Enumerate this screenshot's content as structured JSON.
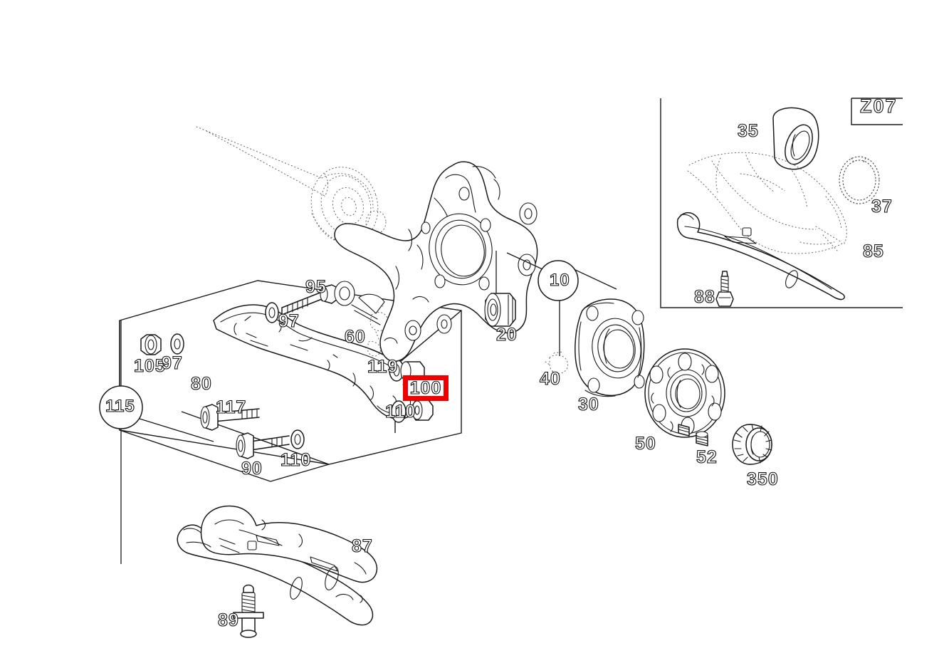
{
  "diagram": {
    "title": "Rear axle suspension exploded parts diagram",
    "highlight_color": "#ee0000",
    "line_color": "#1a1a1a",
    "background": "#ffffff"
  },
  "inset": {
    "code": "Z07",
    "labels": [
      {
        "id": "35",
        "text": "35"
      },
      {
        "id": "37",
        "text": "37"
      },
      {
        "id": "85",
        "text": "85"
      },
      {
        "id": "88",
        "text": "88"
      }
    ]
  },
  "callouts": [
    {
      "id": "115",
      "text": "115",
      "shape": "circle"
    },
    {
      "id": "10",
      "text": "10",
      "shape": "circle"
    }
  ],
  "highlighted": {
    "id": "100",
    "text": "100",
    "selected": true
  },
  "part_labels": [
    {
      "id": "95",
      "text": "95"
    },
    {
      "id": "97a",
      "text": "97"
    },
    {
      "id": "105",
      "text": "105"
    },
    {
      "id": "97b",
      "text": "97"
    },
    {
      "id": "80",
      "text": "80"
    },
    {
      "id": "117",
      "text": "117"
    },
    {
      "id": "90",
      "text": "90"
    },
    {
      "id": "110a",
      "text": "110"
    },
    {
      "id": "110b",
      "text": "110"
    },
    {
      "id": "60",
      "text": "60"
    },
    {
      "id": "119",
      "text": "119"
    },
    {
      "id": "20",
      "text": "20"
    },
    {
      "id": "40",
      "text": "40"
    },
    {
      "id": "30",
      "text": "30"
    },
    {
      "id": "50",
      "text": "50"
    },
    {
      "id": "52",
      "text": "52"
    },
    {
      "id": "350",
      "text": "350"
    },
    {
      "id": "87",
      "text": "87"
    },
    {
      "id": "89",
      "text": "89"
    }
  ]
}
